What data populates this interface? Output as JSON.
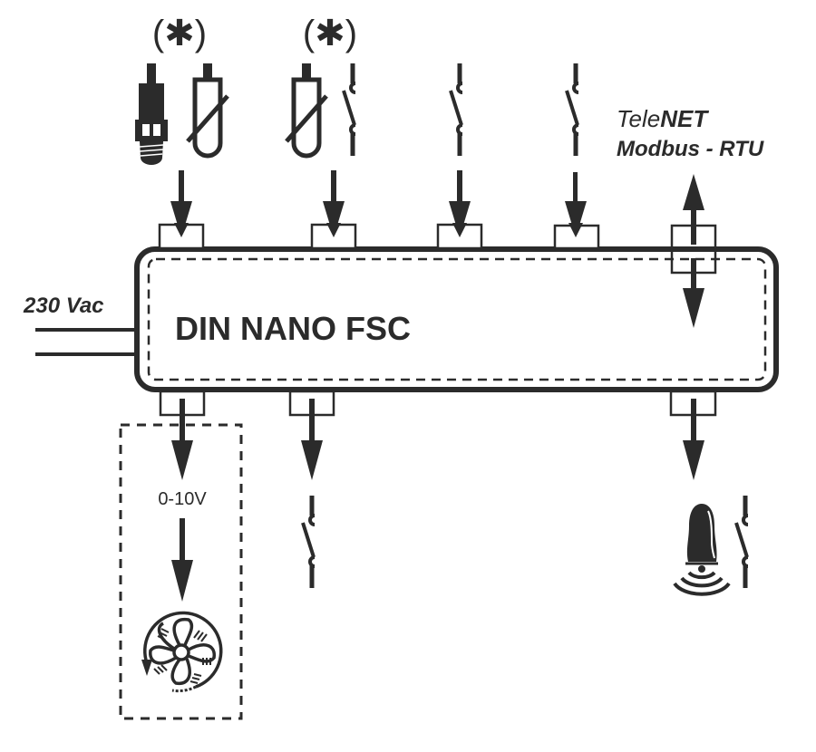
{
  "device": {
    "name": "DIN NANO FSC"
  },
  "power": {
    "label": "230 Vac"
  },
  "network": {
    "brand_light": "Tele",
    "brand_bold": "NET",
    "protocol": "Modbus - RTU"
  },
  "top_inputs": [
    {
      "id": "pressure-temp-probe",
      "note": "(✱)",
      "icons": [
        "pressure-transducer-icon",
        "temperature-probe-icon"
      ]
    },
    {
      "id": "probe-switch",
      "note": "(✱)",
      "icons": [
        "temperature-probe-icon",
        "switch-icon"
      ]
    },
    {
      "id": "digital-input-1",
      "icons": [
        "switch-icon"
      ]
    },
    {
      "id": "digital-input-2",
      "icons": [
        "switch-icon"
      ]
    }
  ],
  "bottom_outputs": [
    {
      "id": "fan-output",
      "signal": "0-10V",
      "icons": [
        "fan-icon"
      ]
    },
    {
      "id": "relay-output",
      "icons": [
        "switch-icon"
      ]
    },
    {
      "id": "alarm-output",
      "icons": [
        "alarm-siren-icon",
        "switch-icon"
      ]
    }
  ],
  "colors": {
    "ink": "#2b2b2b",
    "background": "#ffffff"
  }
}
